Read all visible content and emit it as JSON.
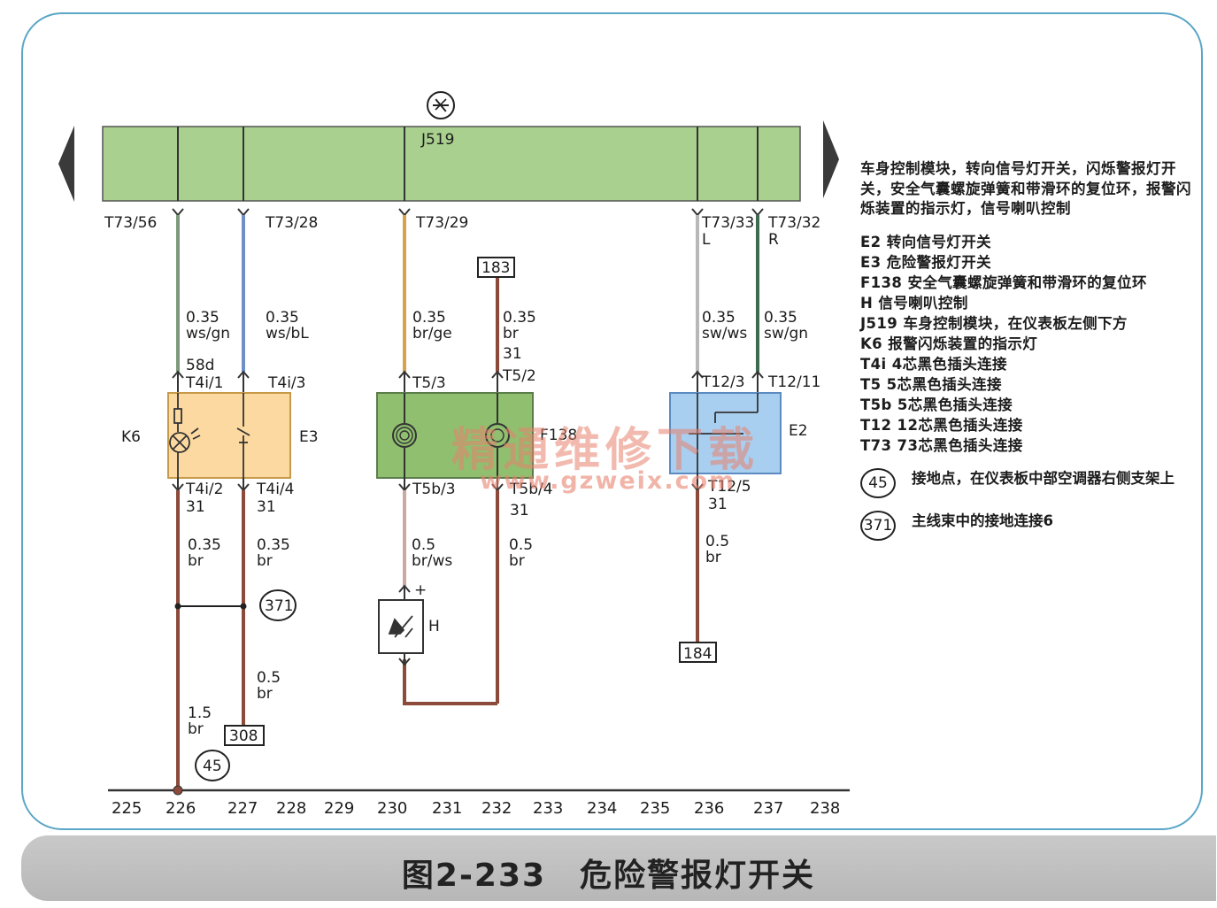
{
  "module": {
    "name": "J519",
    "symbol": "ground-ecu-icon"
  },
  "connectors": {
    "t73_56": "T73/56",
    "t73_28": "T73/28",
    "t73_29": "T73/29",
    "t73_33": "T73/33",
    "t73_32": "T73/32",
    "t73_33_side": "L",
    "t73_32_side": "R",
    "t4i_1_pin": "58d",
    "t4i_1": "T4i/1",
    "t4i_3": "T4i/3",
    "t4i_2": "T4i/2",
    "t4i_4": "T4i/4",
    "t5_3": "T5/3",
    "t5_2": "T5/2",
    "t5b_3": "T5b/3",
    "t5b_4": "T5b/4",
    "t12_3": "T12/3",
    "t12_11": "T12/11",
    "t12_5": "T12/5"
  },
  "wires": {
    "w1_size": "0.35",
    "w1_color": "ws/gn",
    "w2_size": "0.35",
    "w2_color": "ws/bL",
    "w3_size": "0.35",
    "w3_color": "br/ge",
    "w4_size": "0.35",
    "w4_color": "br",
    "w4_term": "31",
    "w5_size": "0.35",
    "w5_color": "sw/ws",
    "w6_size": "0.35",
    "w6_color": "sw/gn",
    "w7_size": "0.35",
    "w7_color": "br",
    "w8_size": "0.35",
    "w8_color": "br",
    "w9_size": "0.5",
    "w9_color": "br/ws",
    "w10_size": "0.5",
    "w10_color": "br",
    "w11_size": "0.5",
    "w11_color": "br",
    "w12_size": "0.5",
    "w12_color": "br",
    "w13_size": "1.5",
    "w13_color": "br",
    "term_31": "31"
  },
  "components": {
    "k6": "K6",
    "e3": "E3",
    "f138": "F138",
    "e2": "E2",
    "h": "H",
    "h_plus": "+"
  },
  "refs": {
    "r183": "183",
    "r184": "184",
    "r308": "308",
    "g371": "371",
    "g45": "45"
  },
  "scale": [
    "225",
    "226",
    "227",
    "228",
    "229",
    "230",
    "231",
    "232",
    "233",
    "234",
    "235",
    "236",
    "237",
    "238"
  ],
  "legend": {
    "description": "车身控制模块，转向信号灯开关，闪烁警报灯开关，安全气囊螺旋弹簧和带滑环的复位环，报警闪烁装置的指示灯，信号喇叭控制",
    "items": [
      "E2 转向信号灯开关",
      "E3 危险警报灯开关",
      "F138 安全气囊螺旋弹簧和带滑环的复位环",
      "H 信号喇叭控制",
      "J519 车身控制模块，在仪表板左侧下方",
      "K6 报警闪烁装置的指示灯",
      "T4i 4芯黑色插头连接",
      "T5 5芯黑色插头连接",
      "T5b 5芯黑色插头连接",
      "T12 12芯黑色插头连接",
      "T73 73芯黑色插头连接"
    ],
    "ground_45_num": "45",
    "ground_45_text": "接地点，在仪表板中部空调器右侧支架上",
    "ground_371_num": "371",
    "ground_371_text": "主线束中的接地连接6"
  },
  "caption": "图2-233　危险警报灯开关",
  "watermark": {
    "text": "精通维修下载",
    "url": "www.gzweix.com"
  },
  "colors": {
    "module_fill": "#a9d08e",
    "wire_brown": "#8b4a3a",
    "frame": "#5aa6c6",
    "e2_fill": "#a9cff0",
    "k6_fill": "#fcd9a0"
  }
}
